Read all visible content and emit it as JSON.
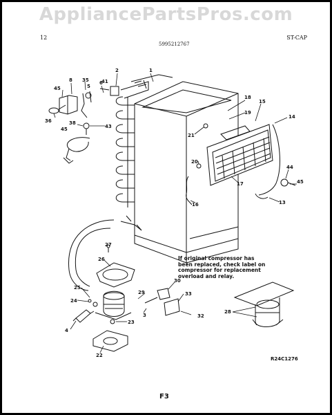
{
  "watermark": "AppliancePartsPros.com",
  "header": {
    "left": "12",
    "center": "5995212767",
    "right": "ST-CAP"
  },
  "note": "If original compressor has\nbeen replaced, check label on\ncompressor for replacement\noverload and relay.",
  "reference": "R24C1276",
  "page_id": "F3",
  "callouts": {
    "c1": "1",
    "c2": "2",
    "c3": "3",
    "c4": "4",
    "c5": "5",
    "c6": "6",
    "c8": "8",
    "c13": "13",
    "c14": "14",
    "c15": "15",
    "c16": "16",
    "c17": "17",
    "c18": "18",
    "c19": "19",
    "c20": "20",
    "c21": "21",
    "c22": "22",
    "c23": "23",
    "c24": "24",
    "c25": "25",
    "c26": "26",
    "c27": "27",
    "c28": "28",
    "c29": "29",
    "c30": "30",
    "c32": "32",
    "c33": "33",
    "c35": "35",
    "c36": "36",
    "c38": "38",
    "c41": "41",
    "c43": "43",
    "c44": "44",
    "c45": "45",
    "c45b": "45",
    "c45c": "45"
  }
}
